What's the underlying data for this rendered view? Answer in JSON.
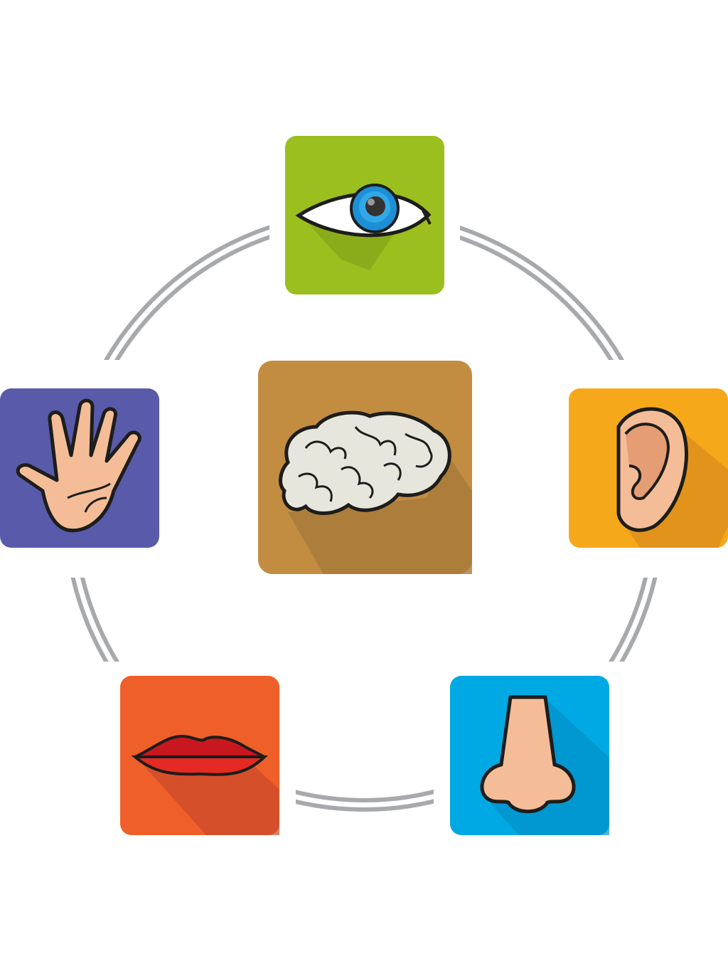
{
  "colors": {
    "ring": "#a7a9ac",
    "sight": "#9bbf1f",
    "touch": "#5a5aab",
    "hearing": "#f5a91a",
    "taste": "#ef5f29",
    "smell": "#00a9e3",
    "brain": "#c28d41",
    "skin": "#f4bd98",
    "outline": "#1d1d1b"
  },
  "tiles": [
    {
      "sense": "sight",
      "icon": "eye-icon"
    },
    {
      "sense": "touch",
      "icon": "hand-icon"
    },
    {
      "sense": "hearing",
      "icon": "ear-icon"
    },
    {
      "sense": "taste",
      "icon": "lips-icon"
    },
    {
      "sense": "smell",
      "icon": "nose-icon"
    },
    {
      "sense": "brain",
      "icon": "brain-icon"
    }
  ]
}
